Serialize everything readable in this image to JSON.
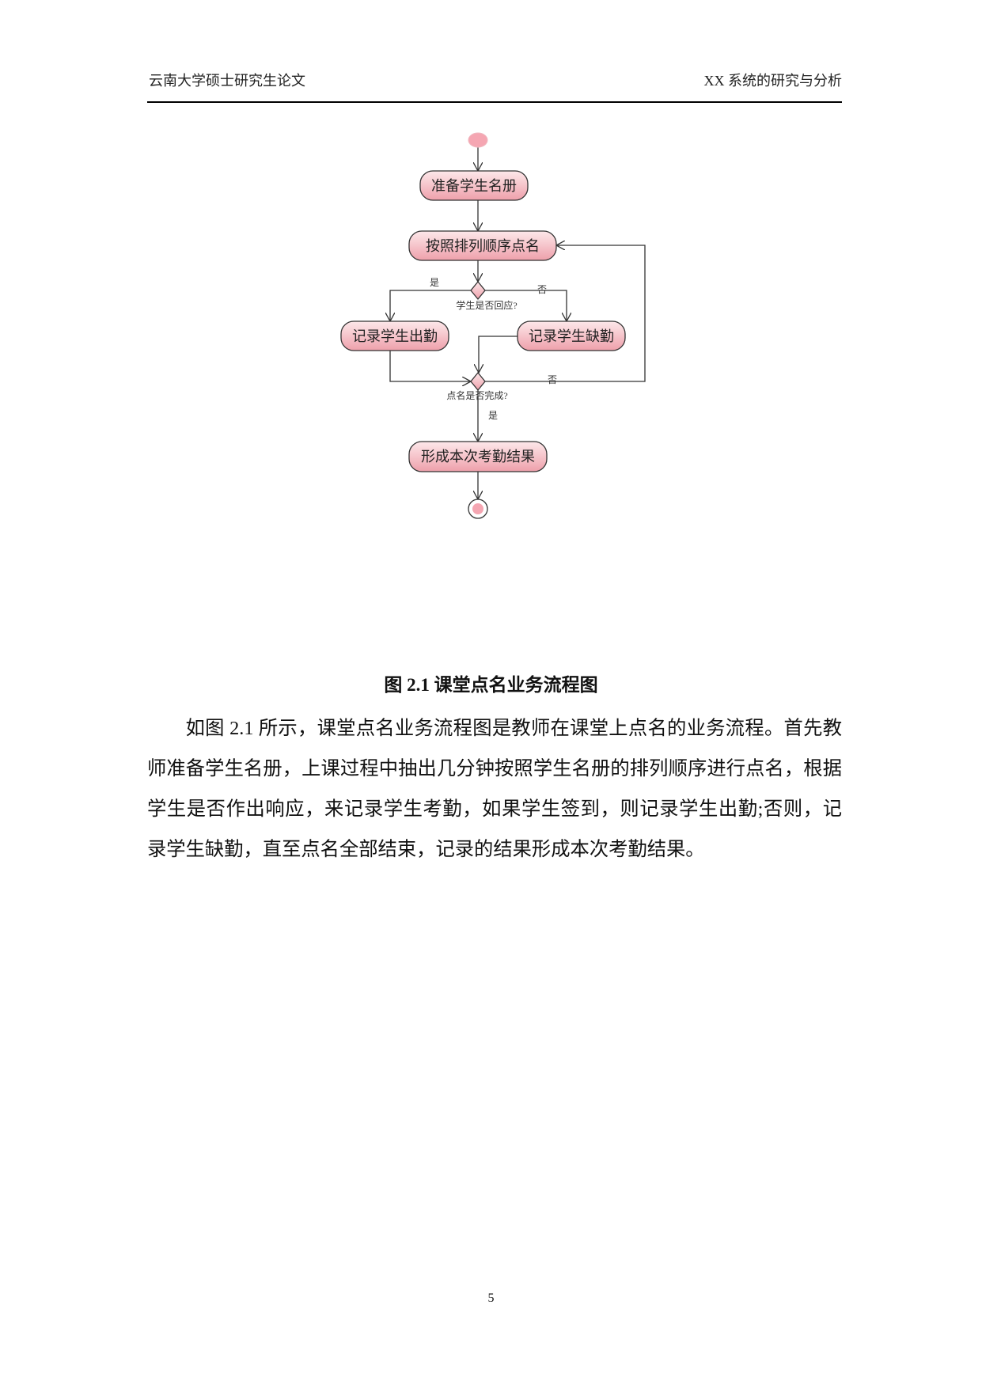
{
  "header": {
    "left": "云南大学硕士研究生论文",
    "right": "XX 系统的研究与分析"
  },
  "diagram": {
    "nodes": {
      "prepare": "准备学生名册",
      "rollcall": "按照排列顺序点名",
      "present": "记录学生出勤",
      "absent": "记录学生缺勤",
      "result": "形成本次考勤结果"
    },
    "decisions": {
      "respond": "学生是否回应?",
      "done": "点名是否完成?"
    },
    "labels": {
      "yes1": "是",
      "no1": "否",
      "no2": "否",
      "yes2": "是"
    },
    "colors": {
      "fill_top": "#fde3e6",
      "fill_bottom": "#eea2ad",
      "stroke": "#333333"
    }
  },
  "caption": "图 2.1  课堂点名业务流程图",
  "paragraph": "如图 2.1 所示，课堂点名业务流程图是教师在课堂上点名的业务流程。首先教师准备学生名册，上课过程中抽出几分钟按照学生名册的排列顺序进行点名，根据学生是否作出响应，来记录学生考勤，如果学生签到，则记录学生出勤;否则，记录学生缺勤，直至点名全部结束，记录的结果形成本次考勤结果。",
  "page_number": "5"
}
